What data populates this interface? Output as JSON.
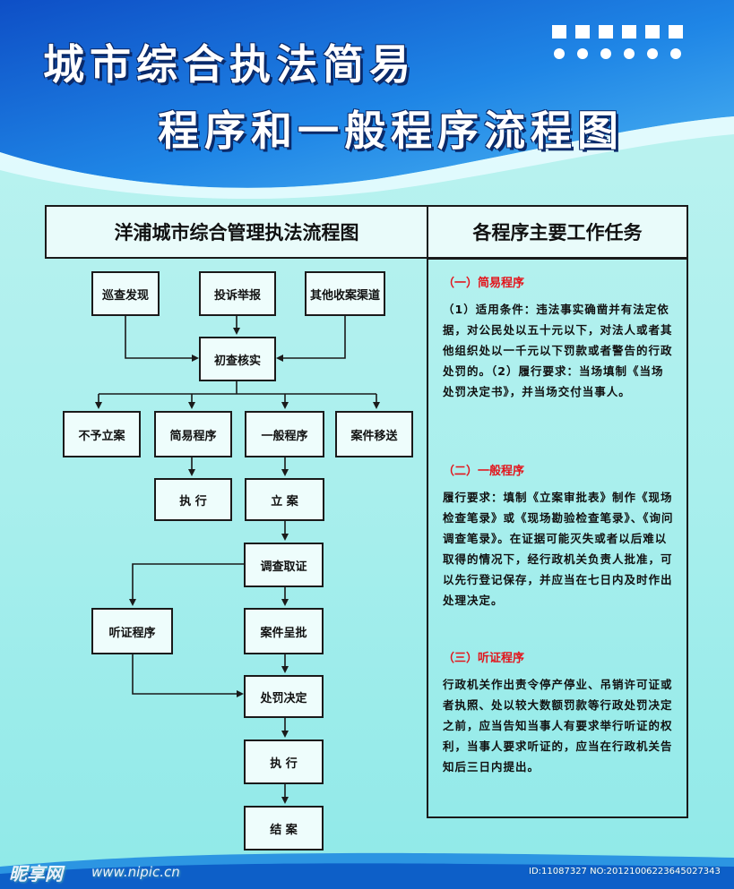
{
  "header": {
    "title_line1": "城市综合执法简易",
    "title_line2": "程序和一般程序流程图"
  },
  "left": {
    "header": "洋浦城市综合管理执法流程图"
  },
  "right": {
    "header": "各程序主要工作任务",
    "sections": [
      {
        "title": "（一）简易程序",
        "body": "（1）适用条件：违法事实确凿并有法定依据，对公民处以五十元以下，对法人或者其他组织处以一千元以下罚款或者警告的行政处罚的。（2）履行要求：当场填制《当场处罚决定书》，并当场交付当事人。"
      },
      {
        "title": "（二）一般程序",
        "body": "履行要求：填制《立案审批表》制作《现场检查笔录》或《现场勘验检查笔录》、《询问调查笔录》。在证据可能灭失或者以后难以取得的情况下，经行政机关负责人批准，可以先行登记保存，并应当在七日内及时作出处理决定。"
      },
      {
        "title": "（三）听证程序",
        "body": "行政机关作出责令停产停业、吊销许可证或者执照、处以较大数额罚款等行政处罚决定之前，应当告知当事人有要求举行听证的权利，当事人要求听证的，应当在行政机关告知后三日内提出。"
      }
    ]
  },
  "flow": {
    "patrol": "巡查发现",
    "complaint": "投诉举报",
    "other_channels": "其他收案渠道",
    "initial_check": "初查核实",
    "no_case": "不予立案",
    "simple": "简易程序",
    "general": "一般程序",
    "transfer": "案件移送",
    "execute1": "执 行",
    "file_case": "立 案",
    "investigate": "调查取证",
    "hearing": "听证程序",
    "submit": "案件呈批",
    "decision": "处罚决定",
    "execute2": "执 行",
    "close": "结 案"
  },
  "footer": {
    "watermark": "昵享网",
    "url": "www.nipic.cn",
    "image_id": "ID:11087327 NO:20121006223645027343"
  },
  "colors": {
    "header_blue": "#1f6fd8",
    "section_title_red": "#e3151c"
  }
}
